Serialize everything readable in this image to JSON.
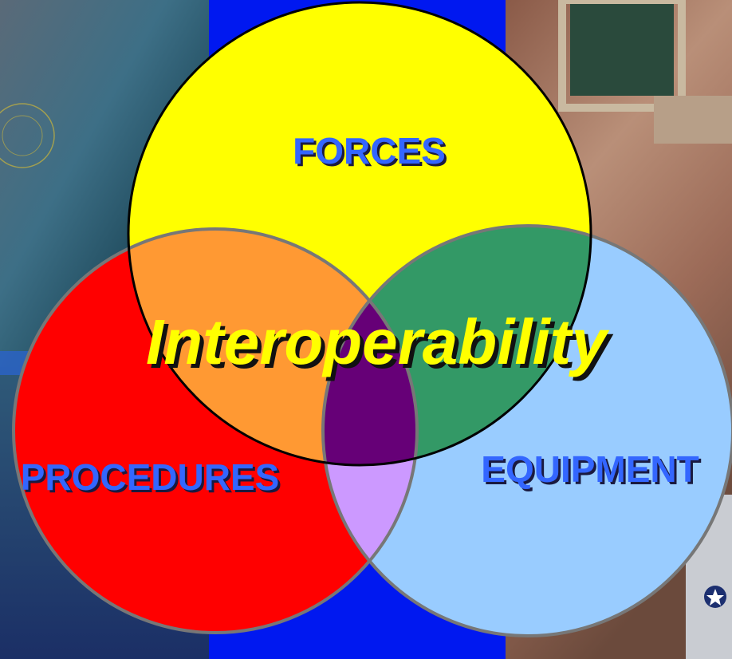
{
  "diagram": {
    "title": "Interoperability",
    "sets": [
      {
        "key": "forces",
        "label": "FORCES",
        "color": "#ffff00"
      },
      {
        "key": "procedures",
        "label": "PROCEDURES",
        "color": "#ff0000"
      },
      {
        "key": "equipment",
        "label": "EQUIPMENT",
        "color": "#99ccff"
      }
    ],
    "overlaps": {
      "forces_procedures": "#ff9933",
      "forces_equipment": "#339966",
      "procedures_equipment": "#cc99ff",
      "all": "#660077"
    },
    "label_color": "#3366ff",
    "title_color": "#ffff00",
    "background_panels": {
      "left_photo": "cockpit-crew-photo",
      "center_band": "#0018f0",
      "right_photo": "control-room-monitors-photo",
      "bottom_right_photo": "aircraft-photo"
    }
  }
}
